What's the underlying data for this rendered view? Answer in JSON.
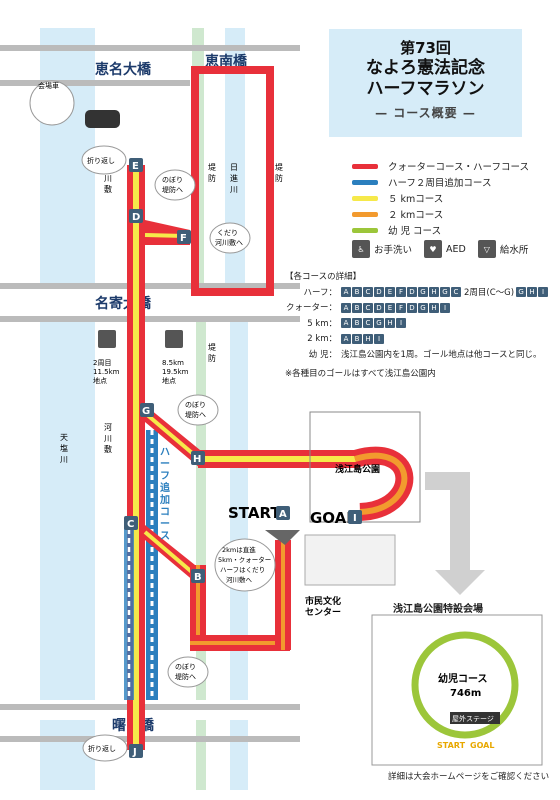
{
  "title": {
    "line1": "第73回",
    "line2": "なよろ憲法記念",
    "line3": "ハーフマラソン",
    "line4": "— コース概要 —"
  },
  "bridges": {
    "meinan": "恵南橋",
    "meimei": "恵名大橋",
    "nayori": "名寄大橋",
    "akebono": "曙　橋"
  },
  "rivers": {
    "tenshio": "天塩川",
    "nissan": "日進川"
  },
  "area_labels": {
    "kasenshiki_1": "河川敷",
    "kasenshiki_2": "河川敷",
    "teibou_1": "堤防",
    "teibou_2": "堤防",
    "teibou_3": "堤防",
    "parking": "会場車",
    "park": "浅江島公園",
    "cultural_center": "市民文化\nセンター",
    "venue": "浅江島公園特設会場"
  },
  "bubbles": {
    "turn_top": "折り返し",
    "nobori_1": "のぼり\n堤防へ",
    "kudari": "くだり\n河川敷へ",
    "nobori_2": "のぼり\n堤防へ",
    "split": "2kmは直進\n5km・クォーター\nハーフはくだり\n河川敷へ",
    "nobori_3": "のぼり\n堤防へ",
    "turn_bottom": "折り返し"
  },
  "water_stations": {
    "ws1_label": "2周目\n11.5km\n地点",
    "ws2_label": "8.5km\n19.5km\n地点"
  },
  "half_extra_label": "ハーフ追加コース",
  "start_label": "START",
  "goal_label": "GOAL",
  "checkpoints": [
    "A",
    "B",
    "C",
    "D",
    "E",
    "F",
    "G",
    "H",
    "I",
    "J"
  ],
  "legend": {
    "items": [
      {
        "label": "クォーターコース・ハーフコース",
        "color": "#e8303a"
      },
      {
        "label": "ハーフ２周目追加コース",
        "color": "#2b7fbe"
      },
      {
        "label": "５ kmコース",
        "color": "#f6e94a"
      },
      {
        "label": "２ kmコース",
        "color": "#f29a2e"
      },
      {
        "label": "幼 児 コース",
        "color": "#9cc63a"
      }
    ],
    "facilities": [
      {
        "icon": "toilet-icon",
        "label": "お手洗い"
      },
      {
        "icon": "aed-icon",
        "label": "AED"
      },
      {
        "icon": "water-icon",
        "label": "給水所"
      }
    ]
  },
  "details": {
    "heading": "【各コースの詳細】",
    "rows": [
      {
        "label": "ハーフ：",
        "seq": [
          "A",
          "B",
          "C",
          "D",
          "E",
          "F",
          "D",
          "G",
          "H",
          "G",
          "C"
        ],
        "suffix": "2周目(C〜G)",
        "seq2": [
          "G",
          "H",
          "I"
        ]
      },
      {
        "label": "クォーター：",
        "seq": [
          "A",
          "B",
          "C",
          "D",
          "E",
          "F",
          "D",
          "G",
          "H",
          "I"
        ]
      },
      {
        "label": "5 km：",
        "seq": [
          "A",
          "B",
          "C",
          "G",
          "H",
          "I"
        ]
      },
      {
        "label": "2 km：",
        "seq": [
          "A",
          "B",
          "H",
          "I"
        ]
      }
    ],
    "kids_label": "幼 児：",
    "kids_text": "浅江島公園内を1周。ゴール地点は他コースと同じ。",
    "note": "※各種目のゴールはすべて浅江島公園内"
  },
  "venue_inset": {
    "course_name": "幼児コース",
    "distance": "746m",
    "stage": "屋外ステージ",
    "start": "START",
    "goal": "GOAL",
    "footer": "詳細は大会ホームページをご確認ください"
  },
  "colors": {
    "red": "#e8303a",
    "blue": "#2b7fbe",
    "yellow": "#f6e94a",
    "orange": "#f29a2e",
    "green": "#9cc63a",
    "river": "#d6ecf8",
    "levee": "#cfe8cf",
    "road": "#b5b5b5",
    "cp": "#3f5e78"
  }
}
